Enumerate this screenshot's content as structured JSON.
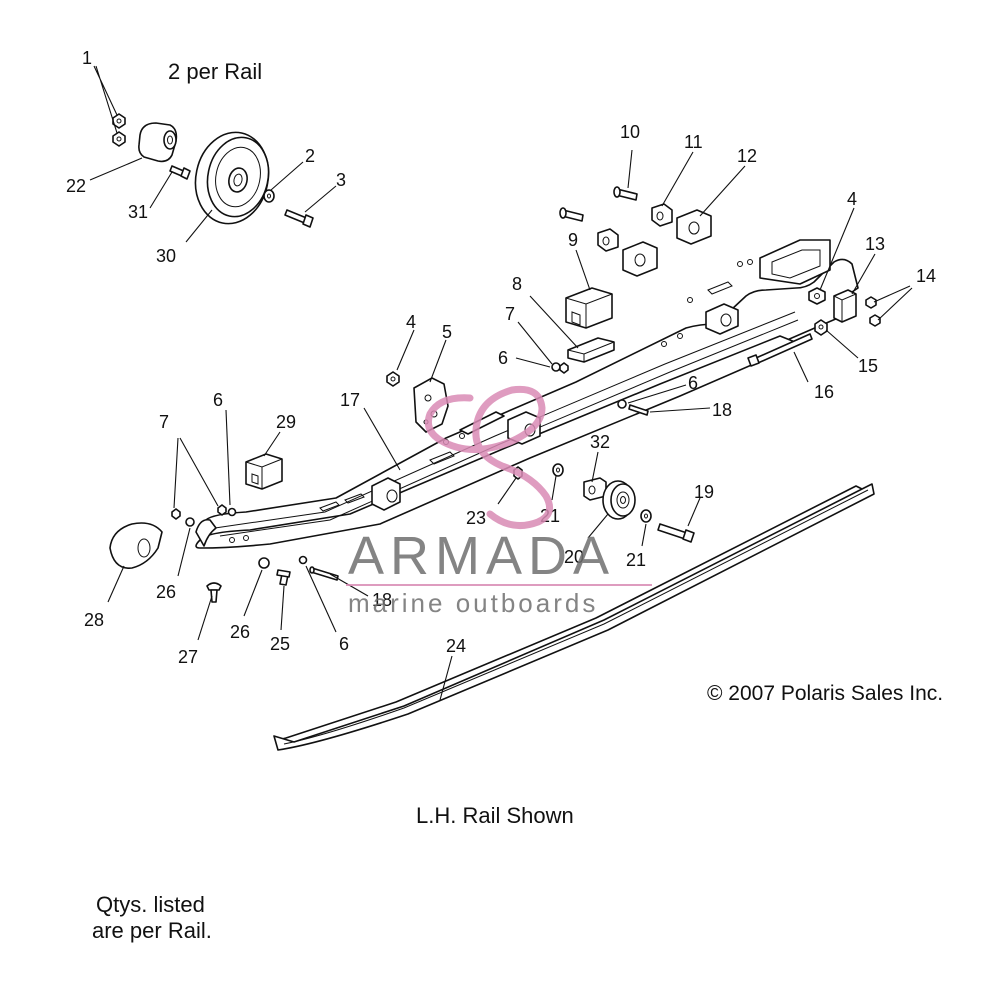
{
  "captions": {
    "per_rail": "2 per Rail",
    "copyright": "© 2007 Polaris Sales Inc.",
    "shown": "L.H. Rail Shown",
    "qty_line1": "Qtys. listed",
    "qty_line2": "are per Rail."
  },
  "watermark": {
    "brand": "ARMADA",
    "tagline": "marine outboards",
    "color": "#d98bb5",
    "text_color": "#6f6f6f"
  },
  "callouts": [
    {
      "id": "c1",
      "text": "1"
    },
    {
      "id": "c2",
      "text": "2"
    },
    {
      "id": "c3",
      "text": "3"
    },
    {
      "id": "c4a",
      "text": "4"
    },
    {
      "id": "c4b",
      "text": "4"
    },
    {
      "id": "c5",
      "text": "5"
    },
    {
      "id": "c6a",
      "text": "6"
    },
    {
      "id": "c6b",
      "text": "6"
    },
    {
      "id": "c6c",
      "text": "6"
    },
    {
      "id": "c6d",
      "text": "6"
    },
    {
      "id": "c7a",
      "text": "7"
    },
    {
      "id": "c7b",
      "text": "7"
    },
    {
      "id": "c8",
      "text": "8"
    },
    {
      "id": "c9",
      "text": "9"
    },
    {
      "id": "c10",
      "text": "10"
    },
    {
      "id": "c11",
      "text": "11"
    },
    {
      "id": "c12",
      "text": "12"
    },
    {
      "id": "c13",
      "text": "13"
    },
    {
      "id": "c14",
      "text": "14"
    },
    {
      "id": "c15",
      "text": "15"
    },
    {
      "id": "c16",
      "text": "16"
    },
    {
      "id": "c17",
      "text": "17"
    },
    {
      "id": "c18a",
      "text": "18"
    },
    {
      "id": "c18b",
      "text": "18"
    },
    {
      "id": "c19",
      "text": "19"
    },
    {
      "id": "c20",
      "text": "20"
    },
    {
      "id": "c21a",
      "text": "21"
    },
    {
      "id": "c21b",
      "text": "21"
    },
    {
      "id": "c22",
      "text": "22"
    },
    {
      "id": "c23",
      "text": "23"
    },
    {
      "id": "c24",
      "text": "24"
    },
    {
      "id": "c25",
      "text": "25"
    },
    {
      "id": "c26a",
      "text": "26"
    },
    {
      "id": "c26b",
      "text": "26"
    },
    {
      "id": "c27",
      "text": "27"
    },
    {
      "id": "c28",
      "text": "28"
    },
    {
      "id": "c29",
      "text": "29"
    },
    {
      "id": "c30",
      "text": "30"
    },
    {
      "id": "c31",
      "text": "31"
    },
    {
      "id": "c32",
      "text": "32"
    }
  ]
}
